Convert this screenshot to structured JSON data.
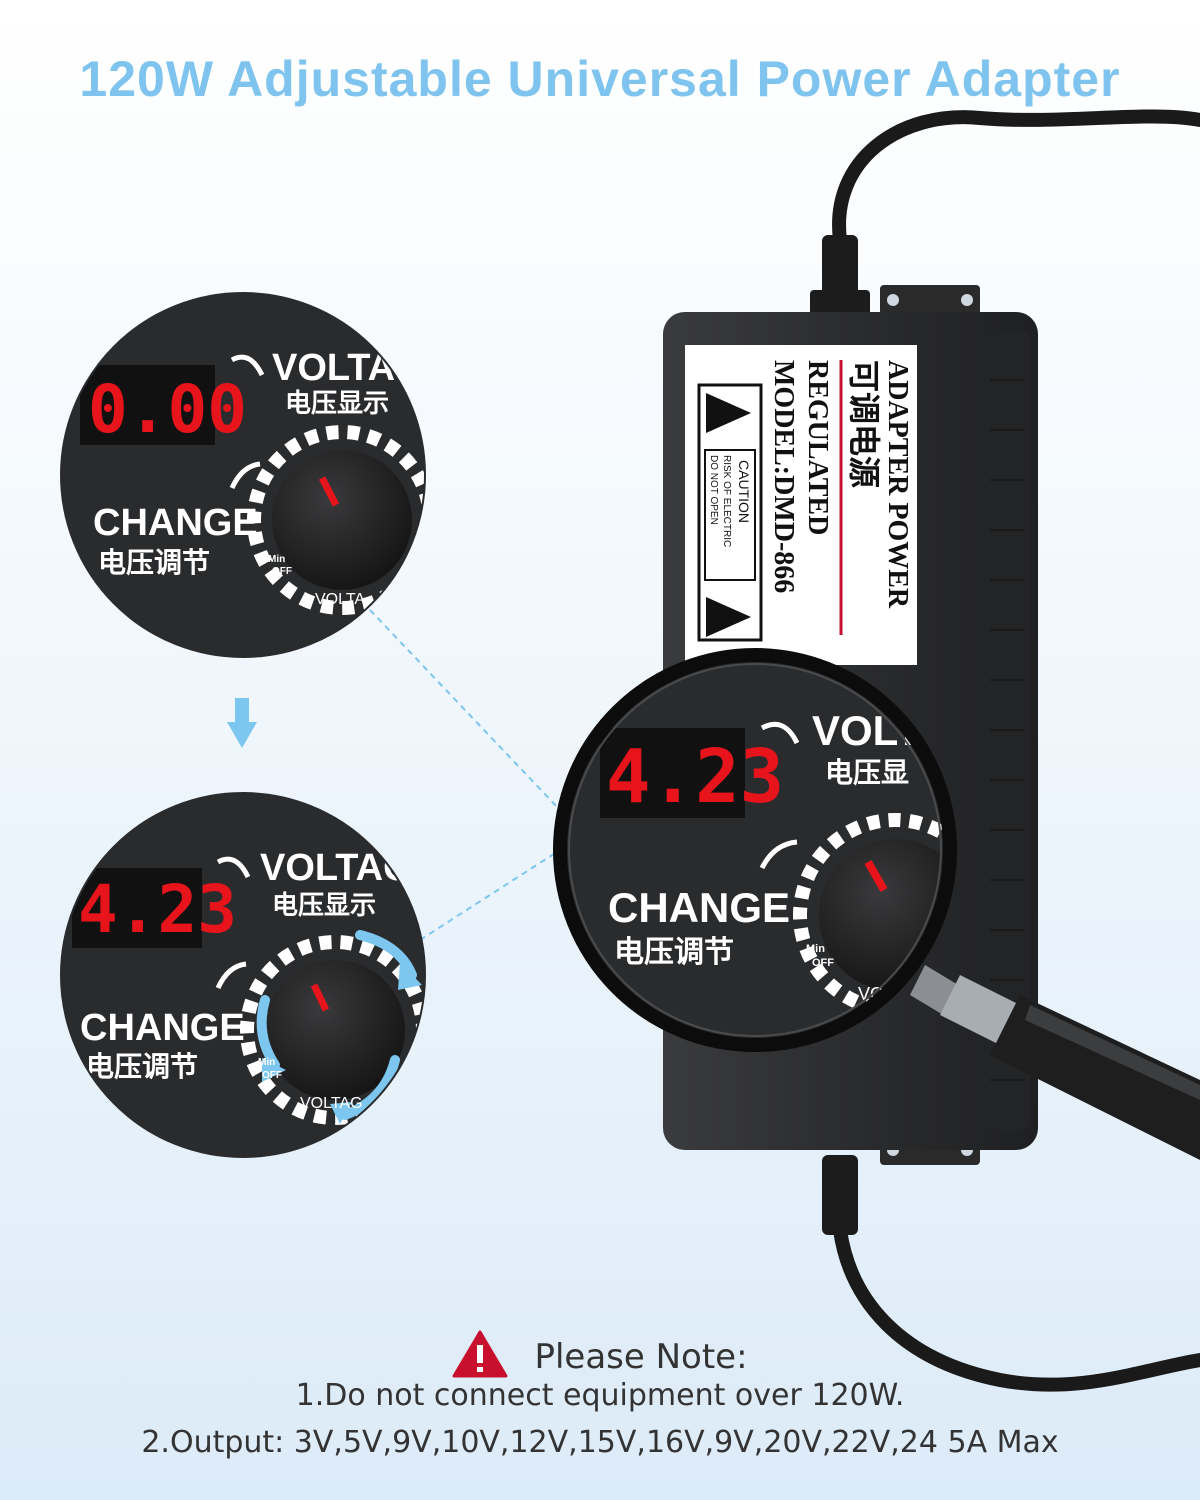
{
  "title": "120W Adjustable Universal Power Adapter",
  "adapter_label": {
    "line1": "ADAPTER POWER",
    "line2_cn": "可调电源",
    "line3": "REGULATED",
    "line4": "MODEL:DMD-866",
    "caution_title": "CAUTION",
    "caution_line1": "RISK OF ELECTRIC",
    "caution_line2": "DO NOT OPEN"
  },
  "zoom_top": {
    "display": "0.00",
    "voltage_label": "VOLTAG",
    "voltage_cn": "电压显示",
    "change_label": "CHANGE",
    "change_cn": "电压调节",
    "min_label": "Min",
    "off_label": "OFF",
    "knob_label": "VOLTA"
  },
  "zoom_bottom": {
    "display": "4.23",
    "voltage_label": "VOLTAG",
    "voltage_cn": "电压显示",
    "change_label": "CHANGE",
    "change_cn": "电压调节",
    "min_label": "Min",
    "off_label": "OFF",
    "knob_label": "VOLTAG"
  },
  "magnifier": {
    "display": "4.23",
    "voltage_label": "VOLT",
    "voltage_cn": "电压显",
    "change_label": "CHANGE",
    "change_cn": "电压调节",
    "min_label": "Min",
    "off_label": "OFF",
    "knob_label": "VOL"
  },
  "note": {
    "heading": "Please Note:",
    "line1": "1.Do not connect equipment over 120W.",
    "line2": "2.Output: 3V,5V,9V,10V,12V,15V,16V,9V,20V,22V,24  5A Max"
  },
  "colors": {
    "title": "#7fc4ef",
    "lcd": "#e8141c",
    "body": "#2a2b2d",
    "arrow": "#7cc6f0",
    "warning": "#c8102e"
  }
}
